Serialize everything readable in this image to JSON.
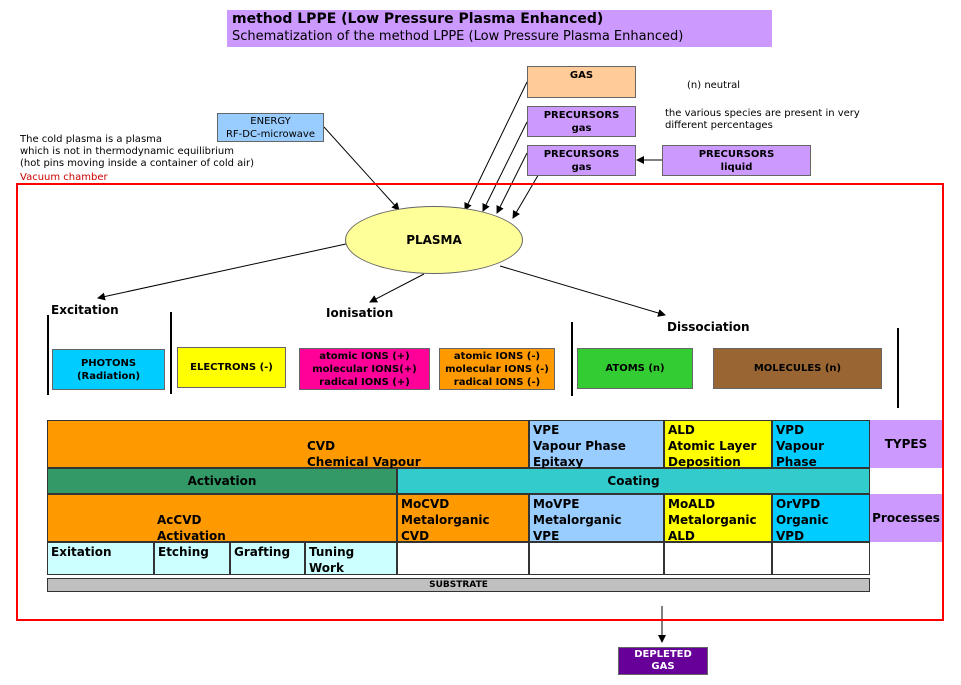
{
  "header": {
    "title": "method LPPE (Low Pressure Plasma Enhanced)",
    "subtitle": "Schematization of the method LPPE (Low Pressure Plasma Enhanced)"
  },
  "notes": {
    "neutral": "(n) neutral",
    "percentages": "the various species are present in very\ndifferent percentages",
    "cold_plasma": "The cold plasma is a plasma\nwhich is not in thermodynamic equilibrium\n(hot pins moving inside a container of cold air)",
    "vacuum_chamber": "Vacuum chamber"
  },
  "inputs": {
    "gas": "GAS",
    "precursors_gas_1": "PRECURSORS\ngas",
    "precursors_gas_2": "PRECURSORS\ngas",
    "precursors_liquid": "PRECURSORS\nliquid",
    "energy": "ENERGY\nRF-DC-microwave"
  },
  "plasma": "PLASMA",
  "branches": {
    "excitation": "Excitation",
    "ionisation": "Ionisation",
    "dissociation": "Dissociation"
  },
  "species": {
    "photons": "PHOTONS\n(Radiation)",
    "electrons": "ELECTRONS (-)",
    "ions_positive": "atomic IONS (+)\nmolecular IONS(+)\nradical IONS (+)",
    "ions_negative": "atomic IONS (-)\nmolecular IONS (-)\nradical IONS (-)",
    "atoms": "ATOMS (n)",
    "molecules": "MOLECULES (n)"
  },
  "table": {
    "types": {
      "cvd": "CVD\nChemical Vapour\nDeposition",
      "vpe": "VPE\nVapour Phase\nEpitaxy",
      "ald": "ALD\nAtomic Layer\nDeposition",
      "vpd": "VPD\nVapour Phase\nDeposition",
      "label": "TYPES"
    },
    "activation": "Activation",
    "coating": "Coating",
    "processes": {
      "accvd": "AcCVD\nActivation\nCVD",
      "mocvd": "MoCVD\nMetalorganic\nCVD",
      "movpe": "MoVPE\nMetalorganic\nVPE",
      "moald": "MoALD\nMetalorganic\nALD",
      "orvpd": "OrVPD\nOrganic\nVPD",
      "label": "Processes"
    },
    "activation_items": {
      "exitation": "Exitation",
      "etching": "Etching",
      "grafting": "Grafting",
      "tuning": "Tuning Work\nFunction"
    },
    "substrate": "SUBSTRATE"
  },
  "output": "DEPLETED\nGAS",
  "colors": {
    "title_bg": "#cc99ff",
    "gas": "#ffcc99",
    "precursors": "#cc99ff",
    "energy": "#99ccff",
    "plasma": "#ffff99",
    "photons": "#00ccff",
    "electrons": "#ffff00",
    "ions_positive": "#ff0099",
    "ions_negative": "#ff9900",
    "atoms": "#33cc33",
    "molecules": "#996633",
    "cvd": "#ff9900",
    "vpe": "#99ccff",
    "ald": "#ffff00",
    "vpd": "#00ccff",
    "activation": "#339966",
    "coating": "#33cccc",
    "light_cells": "#ccffff",
    "substrate": "#c0c0c0",
    "depleted": "#660099",
    "chamber": "#ff0000"
  }
}
